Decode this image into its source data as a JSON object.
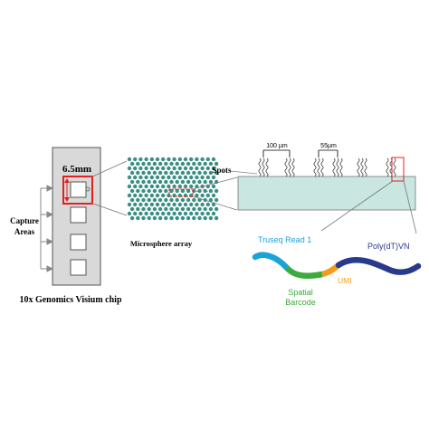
{
  "chip": {
    "title": "10x Genomics Visium chip",
    "capture_areas_label_line1": "Capture",
    "capture_areas_label_line2": "Areas",
    "size_label": "6.5mm"
  },
  "microsphere": {
    "label": "Microsphere array"
  },
  "slide": {
    "spots_label": "Spots",
    "spacing_label_1": "100 µm",
    "spacing_label_2": "55µm"
  },
  "oligo": {
    "truseq_label": "Truseq Read 1",
    "polydt_label": "Poly(dT)VN",
    "umi_label": "UMI",
    "barcode_label_line1": "Spatial",
    "barcode_label_line2": "Barcode"
  },
  "colors": {
    "chip_fill": "#d9d9d9",
    "chip_border": "#555555",
    "highlight_red": "#e02020",
    "dot_teal": "#3a8f84",
    "slide_fill": "#c9e6e0",
    "truseq_blue": "#1aa3d8",
    "barcode_green": "#3caa3c",
    "umi_orange": "#f39c1c",
    "polydt_navy": "#283a8c"
  }
}
